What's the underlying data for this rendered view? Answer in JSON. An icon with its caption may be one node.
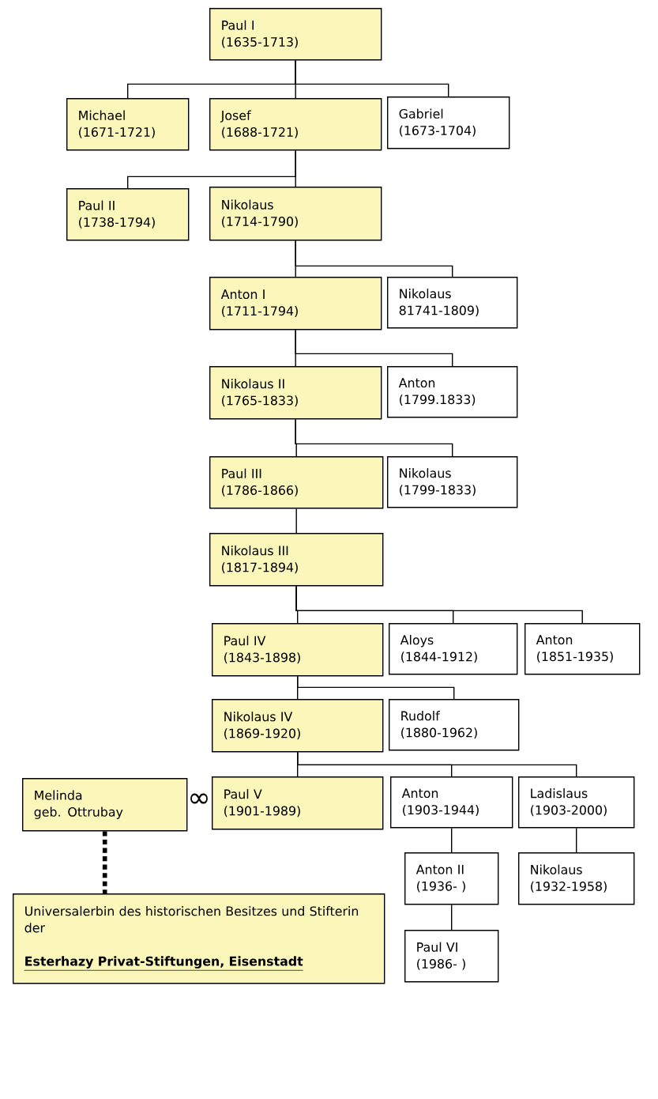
{
  "diagram": {
    "nodes": [
      {
        "text": [
          "Paul I",
          "(1635-1713)"
        ]
      },
      {
        "text": [
          "Michael",
          "(1671-1721)"
        ]
      },
      {
        "text": [
          "Josef",
          "(1688-1721)"
        ]
      },
      {
        "text": [
          "Gabriel",
          "(1673-1704)"
        ]
      },
      {
        "text": [
          "Paul II",
          "(1738-1794)"
        ]
      },
      {
        "text": [
          "Nikolaus",
          "(1714-1790)"
        ]
      },
      {
        "text": [
          "Anton I",
          "(1711-1794)"
        ]
      },
      {
        "text": [
          "Nikolaus",
          "81741-1809)"
        ]
      },
      {
        "text": [
          "Nikolaus II",
          "(1765-1833)"
        ]
      },
      {
        "text": [
          "Anton",
          "(1799.1833)"
        ]
      },
      {
        "text": [
          "Paul III",
          "(1786-1866)"
        ]
      },
      {
        "text": [
          "Nikolaus",
          "(1799-1833)"
        ]
      },
      {
        "text": [
          "Nikolaus III",
          "(1817-1894)"
        ]
      },
      {
        "text": [
          "Paul IV",
          "(1843-1898)"
        ]
      },
      {
        "text": [
          "Aloys",
          "(1844-1912)"
        ]
      },
      {
        "text": [
          "Anton",
          "(1851-1935)"
        ]
      },
      {
        "text": [
          "Nikolaus IV",
          "(1869-1920)"
        ]
      },
      {
        "text": [
          "Rudolf",
          "(1880-1962)"
        ]
      },
      {
        "text": [
          "Melinda",
          "geb. Ottrubay"
        ]
      },
      {
        "text": [
          "Paul V",
          "(1901-1989)"
        ]
      },
      {
        "text": [
          "Anton",
          "(1903-1944)"
        ]
      },
      {
        "text": [
          "Ladislaus",
          "(1903-2000)"
        ]
      },
      {
        "text": [
          "Anton II",
          "(1936- )"
        ]
      },
      {
        "text": [
          "Nikolaus",
          "(1932-1958)"
        ]
      },
      {
        "text": [
          "Paul VI",
          "(1986- )"
        ]
      },
      {
        "text": [
          "Universalerbin des historischen Besitzes und Stifterin der",
          "Esterhazy Privat-Stiftungen, Eisenstadt"
        ]
      }
    ],
    "edges": [
      {
        "from": 0,
        "to": 1,
        "arrow": "none"
      },
      {
        "from": 0,
        "to": 2,
        "arrow": "none"
      },
      {
        "from": 0,
        "to": 3,
        "arrow": "none"
      },
      {
        "from": 2,
        "to": 4,
        "arrow": "none"
      },
      {
        "from": 2,
        "to": 5,
        "arrow": "none"
      },
      {
        "from": 5,
        "to": 6,
        "arrow": "none"
      },
      {
        "from": 5,
        "to": 7,
        "arrow": "none"
      },
      {
        "from": 6,
        "to": 8,
        "arrow": "none"
      },
      {
        "from": 6,
        "to": 9,
        "arrow": "none"
      },
      {
        "from": 8,
        "to": 10,
        "arrow": "none"
      },
      {
        "from": 8,
        "to": 11,
        "arrow": "none"
      },
      {
        "from": 10,
        "to": 12,
        "arrow": "none"
      },
      {
        "from": 12,
        "to": 13,
        "arrow": "none"
      },
      {
        "from": 12,
        "to": 14,
        "arrow": "none"
      },
      {
        "from": 12,
        "to": 15,
        "arrow": "none"
      },
      {
        "from": 13,
        "to": 16,
        "arrow": "none"
      },
      {
        "from": 13,
        "to": 17,
        "arrow": "none"
      },
      {
        "from": 16,
        "to": 19,
        "arrow": "none"
      },
      {
        "from": 16,
        "to": 20,
        "arrow": "none"
      },
      {
        "from": 16,
        "to": 21,
        "arrow": "none"
      },
      {
        "from": 20,
        "to": 22,
        "arrow": "none"
      },
      {
        "from": 22,
        "to": 24,
        "arrow": "none"
      },
      {
        "from": 21,
        "to": 23,
        "arrow": "none"
      },
      {
        "from": 18,
        "to": 25,
        "arrow": "none",
        "style": "dashed"
      }
    ],
    "labels": [
      "∞"
    ]
  }
}
